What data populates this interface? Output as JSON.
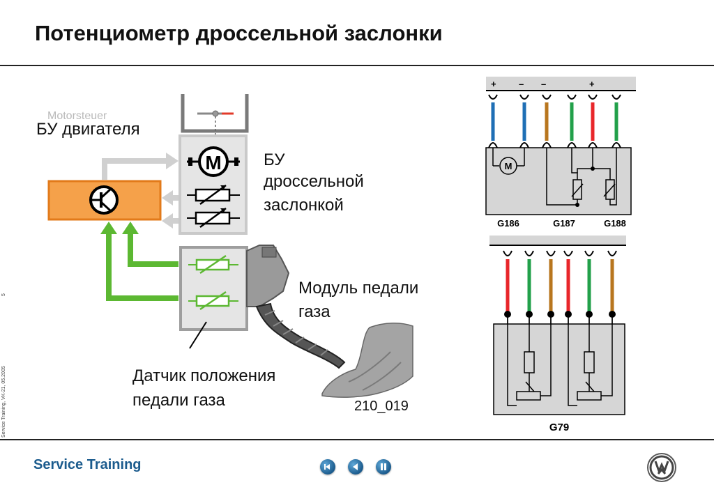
{
  "title": "Потенциометр дроссельной заслонки",
  "side_note": "Service Training, VK-21, 05.2005",
  "page_number": "5",
  "footer": {
    "brand": "Service Training"
  },
  "labels": {
    "faded_text": "Motorsteuer",
    "engine_ecu": "БУ двигателя",
    "throttle_unit_1": "БУ",
    "throttle_unit_2": "дроссельной",
    "throttle_unit_3": "заслонкой",
    "pedal_module_1": "Модуль педали",
    "pedal_module_2": "газа",
    "pedal_sensor_1": "Датчик положения",
    "pedal_sensor_2": "педали газа",
    "figure_code": "210_019"
  },
  "wiring_top": {
    "polarity": [
      "+",
      "–",
      "–",
      "+"
    ],
    "motor_letter": "M",
    "motor_unit_letter": "M",
    "components": [
      "G186",
      "G187",
      "G188"
    ],
    "wire_colors": [
      "#1f6fb5",
      "#1f6fb5",
      "#b8761e",
      "#22a04a",
      "#e8262a",
      "#22a04a"
    ]
  },
  "wiring_bottom": {
    "component": "G79",
    "wire_colors": [
      "#e8262a",
      "#22a04a",
      "#b8761e",
      "#e8262a",
      "#22a04a",
      "#b8761e"
    ]
  },
  "colors": {
    "ecu_fill": "#f5a14a",
    "ecu_border": "#e27a1a",
    "signal_green": "#5cb832",
    "arrow_grey": "#d0d0d0"
  }
}
